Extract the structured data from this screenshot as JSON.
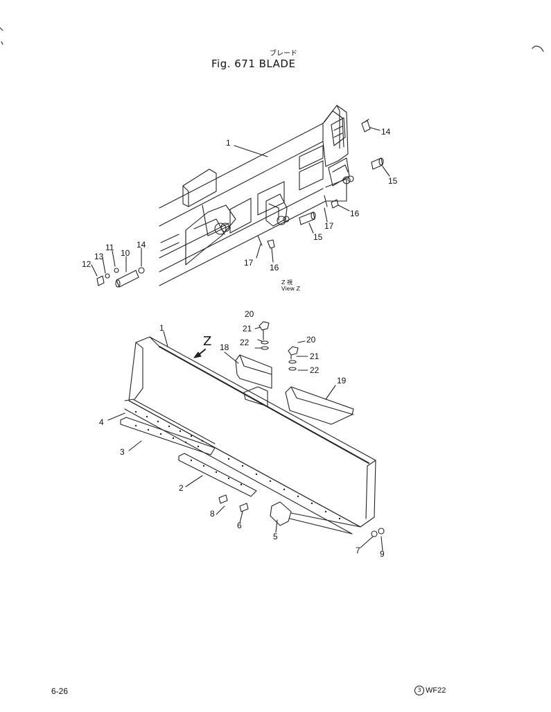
{
  "header": {
    "title_jp": "ブレード",
    "title": "Fig. 671  BLADE"
  },
  "view_note": {
    "jp": "Z  視",
    "en": "View Z"
  },
  "z_arrow_label": "Z",
  "footer": {
    "page_number": "6-26",
    "code_prefix": "3",
    "code": "WF22"
  },
  "callouts": {
    "top": [
      "1",
      "14",
      "15",
      "15",
      "16",
      "16",
      "17",
      "17",
      "11",
      "10",
      "14",
      "13",
      "12"
    ],
    "bottom": [
      "1",
      "20",
      "21",
      "22",
      "18",
      "20",
      "21",
      "22",
      "19",
      "4",
      "3",
      "2",
      "8",
      "6",
      "5",
      "7",
      "9"
    ]
  }
}
